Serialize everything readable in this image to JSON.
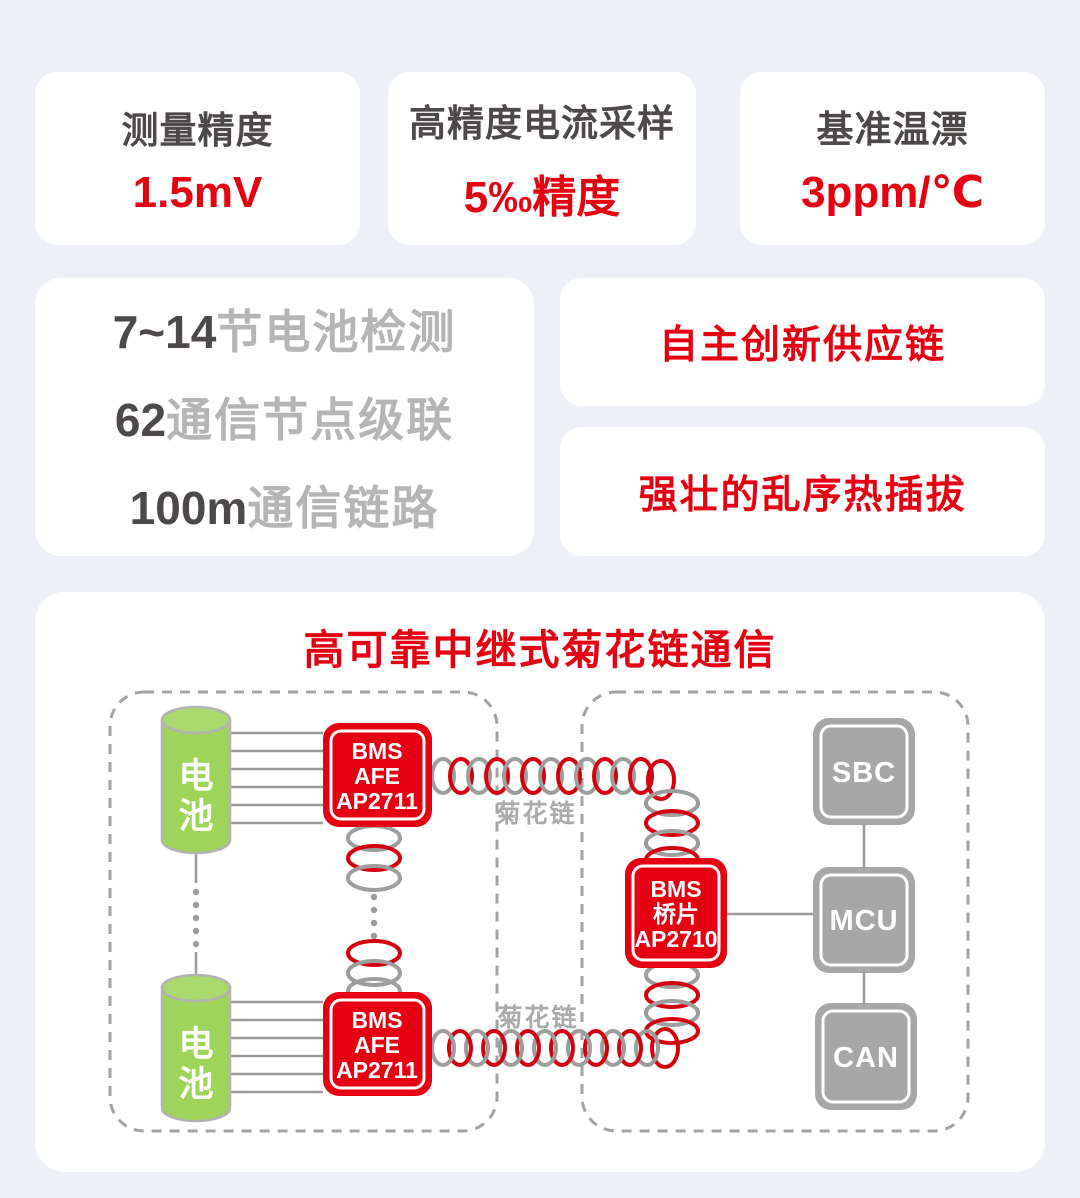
{
  "palette": {
    "background": "#edf1f6",
    "card": "#ffffff",
    "accent_red": "#e50012",
    "chain_red": "#d40010",
    "dark_gray_text": "#4c4948",
    "light_gray_text": "#b5b5b6",
    "node_gray": "#a7a7a7",
    "battery_green": "#9ed45a"
  },
  "stat_cards": [
    {
      "title": "测量精度",
      "value": "1.5mV"
    },
    {
      "title": "高精度电流采样",
      "value": "5‰精度"
    },
    {
      "title": "基准温漂",
      "value": "3ppm/℃"
    }
  ],
  "spec_card": {
    "lines": [
      {
        "num": "7~14",
        "text": "节电池检测"
      },
      {
        "num": "62",
        "text": "通信节点级联"
      },
      {
        "num": "100m",
        "text": "通信链路"
      }
    ]
  },
  "feature_cards": [
    {
      "label": "自主创新供应链"
    },
    {
      "label": "强壮的乱序热插拔"
    }
  ],
  "diagram": {
    "title": "高可靠中继式菊花链通信",
    "battery": {
      "chars": [
        "电",
        "池"
      ]
    },
    "afe_chip": {
      "lines": [
        "BMS",
        "AFE",
        "AP2711"
      ]
    },
    "bridge_chip": {
      "lines": [
        "BMS",
        "桥片",
        "AP2710"
      ]
    },
    "daisy_chain_label": "菊花链",
    "nodes": {
      "sbc": "SBC",
      "mcu": "MCU",
      "can": "CAN"
    }
  }
}
